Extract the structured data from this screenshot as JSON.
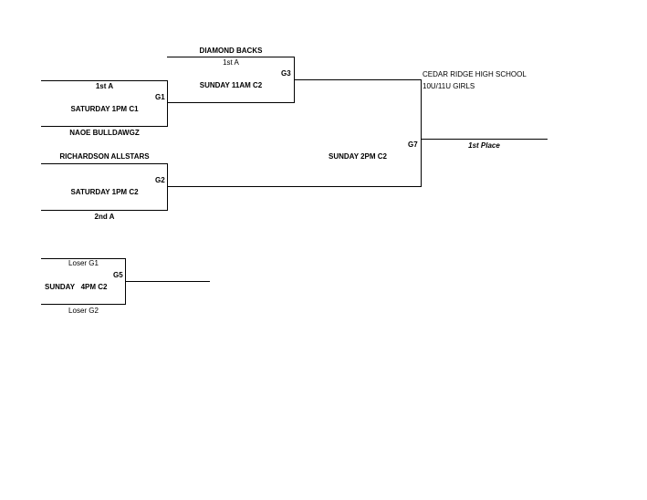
{
  "header": {
    "school": "CEDAR RIDGE HIGH SCHOOL",
    "division": "10U/11U GIRLS"
  },
  "g1": {
    "label": "G1",
    "top_team": "1st A",
    "time": "SATURDAY 1PM C1",
    "bottom_team": "NAOE BULLDAWGZ"
  },
  "g2": {
    "label": "G2",
    "top_team": "RICHARDSON ALLSTARS",
    "time": "SATURDAY 1PM C2",
    "bottom_team": "2nd A"
  },
  "g3": {
    "label": "G3",
    "top_team": "DIAMOND BACKS",
    "seed": "1st A",
    "time": "SUNDAY 11AM C2"
  },
  "g7": {
    "label": "G7",
    "time": "SUNDAY 2PM C2",
    "result": "1st Place"
  },
  "g5": {
    "label": "G5",
    "top_team": "Loser G1",
    "time": "SUNDAY   4PM C2",
    "bottom_team": "Loser G2"
  }
}
